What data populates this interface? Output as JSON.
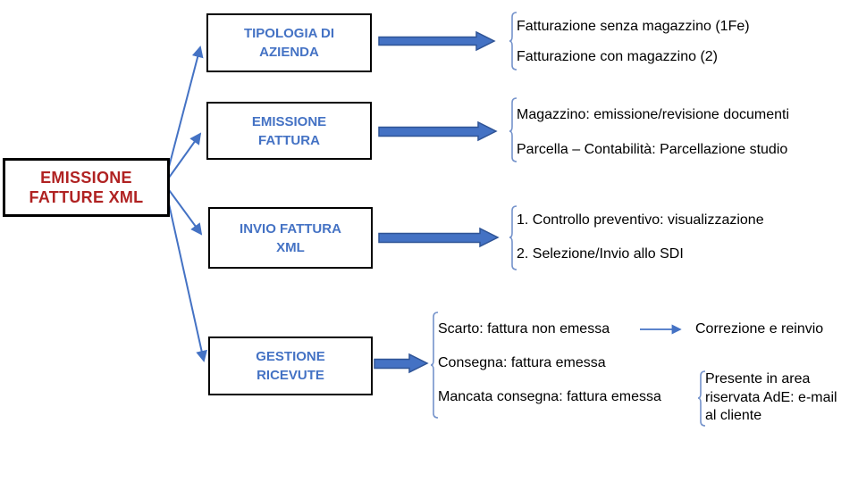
{
  "root_node": {
    "lines": [
      "EMISSIONE",
      "FATTURE XML"
    ]
  },
  "process_boxes": [
    {
      "id": "tipologia-di-azienda",
      "lines": [
        "TIPOLOGIA DI",
        "AZIENDA"
      ]
    },
    {
      "id": "emissione-fattura",
      "lines": [
        "EMISSIONE",
        "FATTURA"
      ]
    },
    {
      "id": "invio-fattura-xml",
      "lines": [
        "INVIO FATTURA",
        "XML"
      ]
    },
    {
      "id": "gestione-ricevute",
      "lines": [
        "GESTIONE",
        "RICEVUTE"
      ]
    }
  ],
  "detail_groups": [
    {
      "lines": [
        "Fatturazione senza magazzino (1Fe)",
        "Fatturazione con magazzino (2)"
      ]
    },
    {
      "lines": [
        "Magazzino: emissione/revisione documenti",
        "Parcella – Contabilità: Parcellazione studio"
      ]
    },
    {
      "lines": [
        "1. Controllo preventivo: visualizzazione",
        "2. Selezione/Invio allo SDI"
      ]
    },
    {
      "lines": [
        "Scarto: fattura non emessa",
        "Consegna: fattura emessa",
        "Mancata consegna: fattura emessa"
      ]
    }
  ],
  "followups": {
    "scarto_action": "Correzione e reinvio",
    "mancata_note_lines": [
      "Presente in area",
      "riservata AdE: e-mail",
      "al cliente"
    ]
  },
  "colors": {
    "accent_blue": "#4472C4",
    "arrow_outline": "#2F5496",
    "brace_blue": "#7593CB",
    "box_text_blue": "#4472C4",
    "title_red": "#B02222",
    "box_border": "#000000"
  }
}
